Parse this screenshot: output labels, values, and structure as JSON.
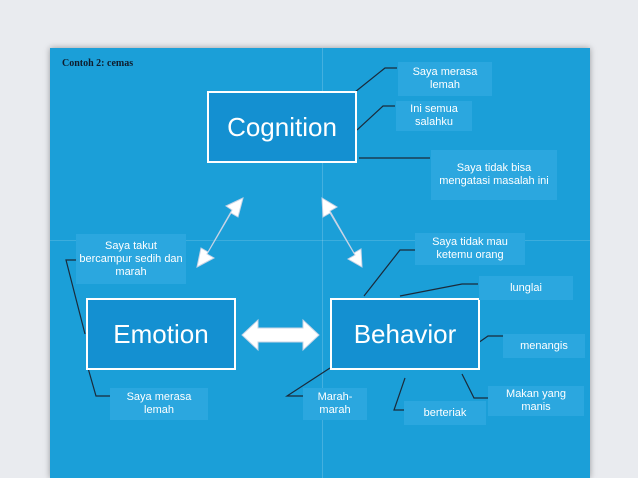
{
  "slide": {
    "title": "Contoh 2:  cemas"
  },
  "nodes": {
    "cognition": "Cognition",
    "emotion": "Emotion",
    "behavior": "Behavior"
  },
  "labels": {
    "cog1": "Saya merasa lemah",
    "cog2": "Ini semua salahku",
    "cog3": "Saya tidak bisa mengatasi masalah ini",
    "beh1": "Saya tidak mau ketemu orang",
    "beh2": "lunglai",
    "beh3": "menangis",
    "beh4": "Makan yang manis",
    "beh5": "berteriak",
    "beh6": "Marah-marah",
    "emo1": "Saya takut bercampur sedih dan marah",
    "emo2": "Saya merasa lemah"
  },
  "colors": {
    "paper": "#1b9fd8",
    "node_fill": "#1490d1",
    "label_fill": "#2ba7df",
    "arrow_fill": "#ffffff",
    "connector": "#1a2a3a"
  }
}
